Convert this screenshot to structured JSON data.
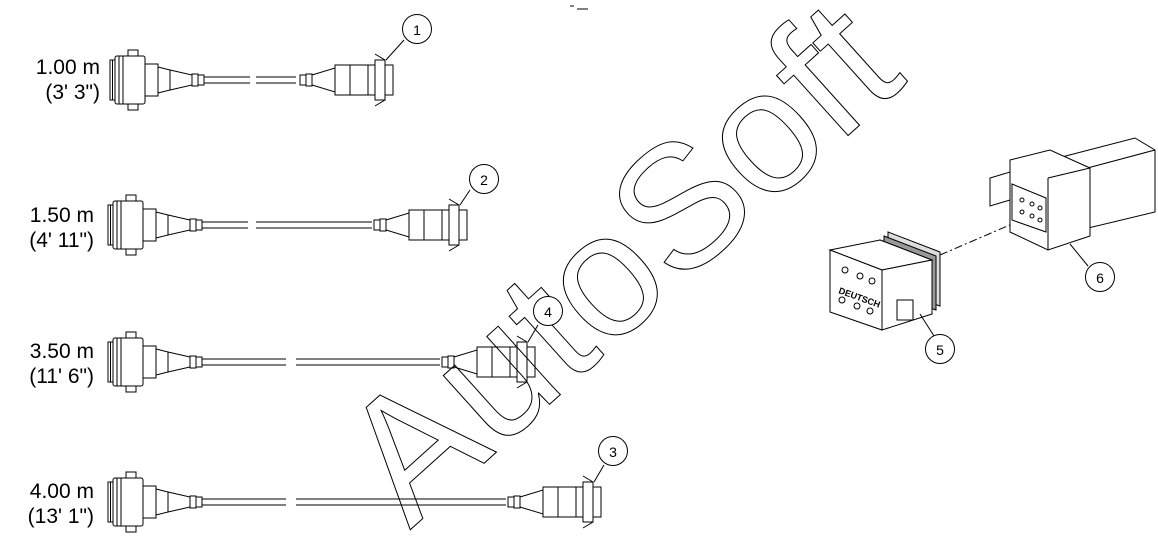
{
  "cables": [
    {
      "length_metric": "1.00 m",
      "length_imperial": "(3' 3\")",
      "callout": "1"
    },
    {
      "length_metric": "1.50 m",
      "length_imperial": "(4' 11\")",
      "callout": "2"
    },
    {
      "length_metric": "3.50 m",
      "length_imperial": "(11' 6\")",
      "callout": "4"
    },
    {
      "length_metric": "4.00 m",
      "length_imperial": "(13' 1\")",
      "callout": "3"
    }
  ],
  "connector_callouts": {
    "receptacle": "5",
    "plug": "6"
  },
  "connector_brand": "DEUTSCH",
  "watermark": "AutoSoft"
}
